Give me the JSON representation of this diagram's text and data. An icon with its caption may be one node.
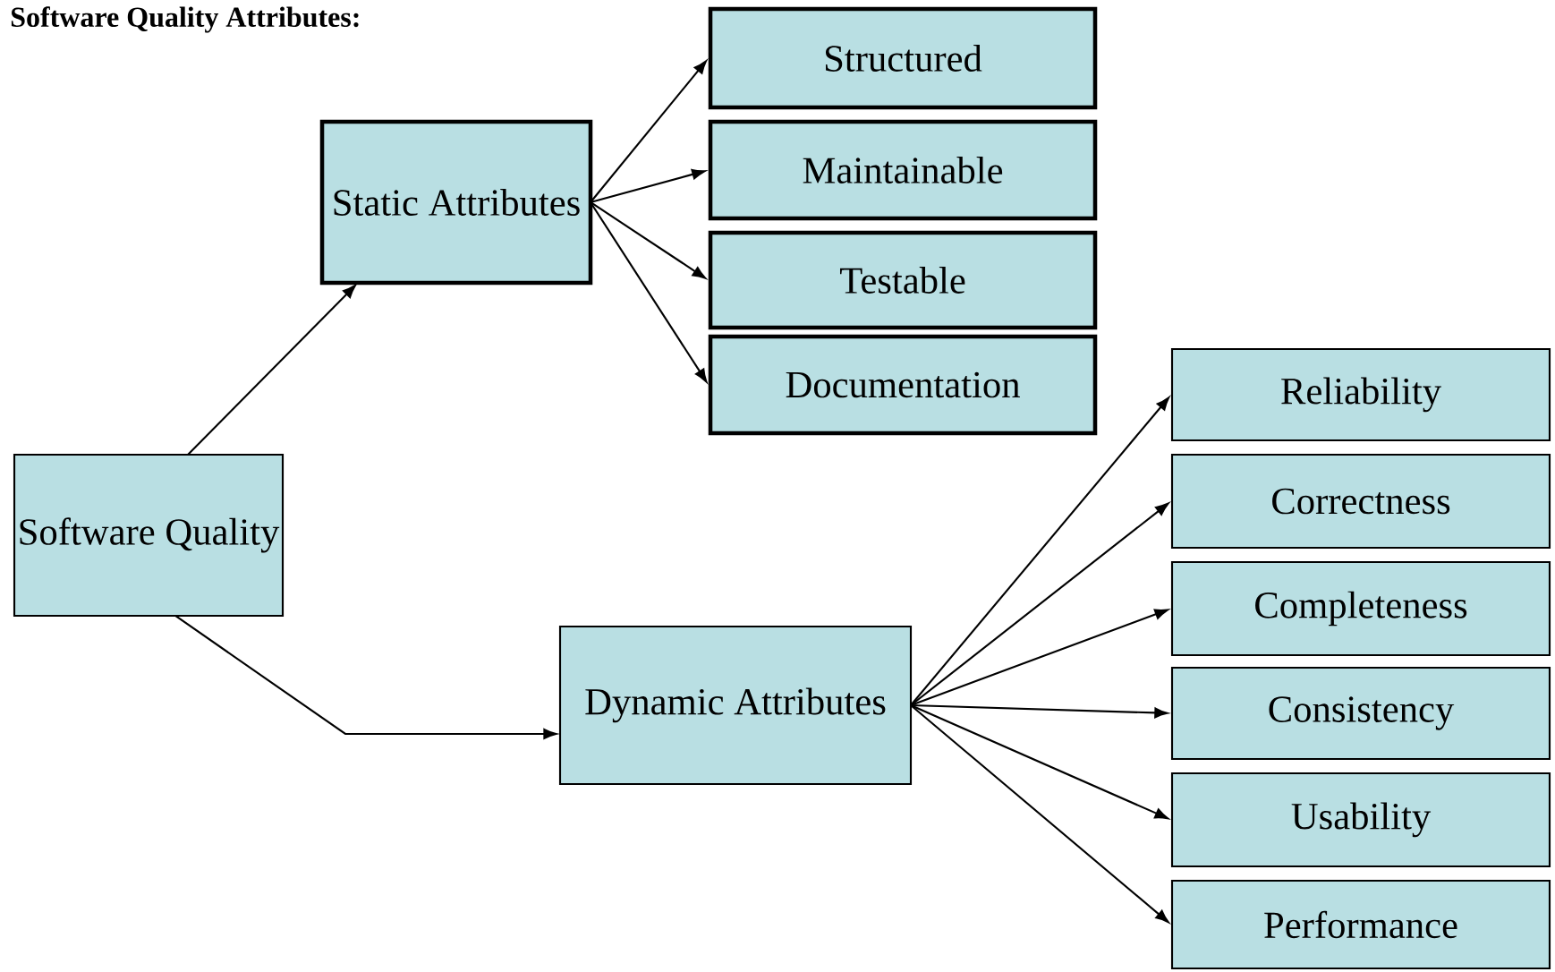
{
  "diagram": {
    "title": "Software Quality Attributes:",
    "nodes": [
      {
        "text": [
          "Static Attributes"
        ]
      },
      {
        "text": [
          "Structured"
        ]
      },
      {
        "text": [
          "Maintainable"
        ]
      },
      {
        "text": [
          "Testable"
        ]
      },
      {
        "text": [
          "Documentation"
        ]
      },
      {
        "text": [
          "Software Quality"
        ]
      },
      {
        "text": [
          "Dynamic Attributes"
        ]
      },
      {
        "text": [
          "Reliability"
        ]
      },
      {
        "text": [
          "Correctness"
        ]
      },
      {
        "text": [
          "Completeness"
        ]
      },
      {
        "text": [
          "Consistency"
        ]
      },
      {
        "text": [
          "Usability"
        ]
      },
      {
        "text": [
          "Performance"
        ]
      }
    ],
    "edges": [
      {
        "from": 5,
        "to": 0,
        "arrow": "to"
      },
      {
        "from": 5,
        "to": 6,
        "arrow": "to"
      },
      {
        "from": 0,
        "to": 1,
        "arrow": "to"
      },
      {
        "from": 0,
        "to": 2,
        "arrow": "to"
      },
      {
        "from": 0,
        "to": 3,
        "arrow": "to"
      },
      {
        "from": 0,
        "to": 4,
        "arrow": "to"
      },
      {
        "from": 6,
        "to": 7,
        "arrow": "to"
      },
      {
        "from": 6,
        "to": 8,
        "arrow": "to"
      },
      {
        "from": 6,
        "to": 9,
        "arrow": "to"
      },
      {
        "from": 6,
        "to": 10,
        "arrow": "to"
      },
      {
        "from": 6,
        "to": 11,
        "arrow": "to"
      },
      {
        "from": 6,
        "to": 12,
        "arrow": "to"
      }
    ]
  }
}
